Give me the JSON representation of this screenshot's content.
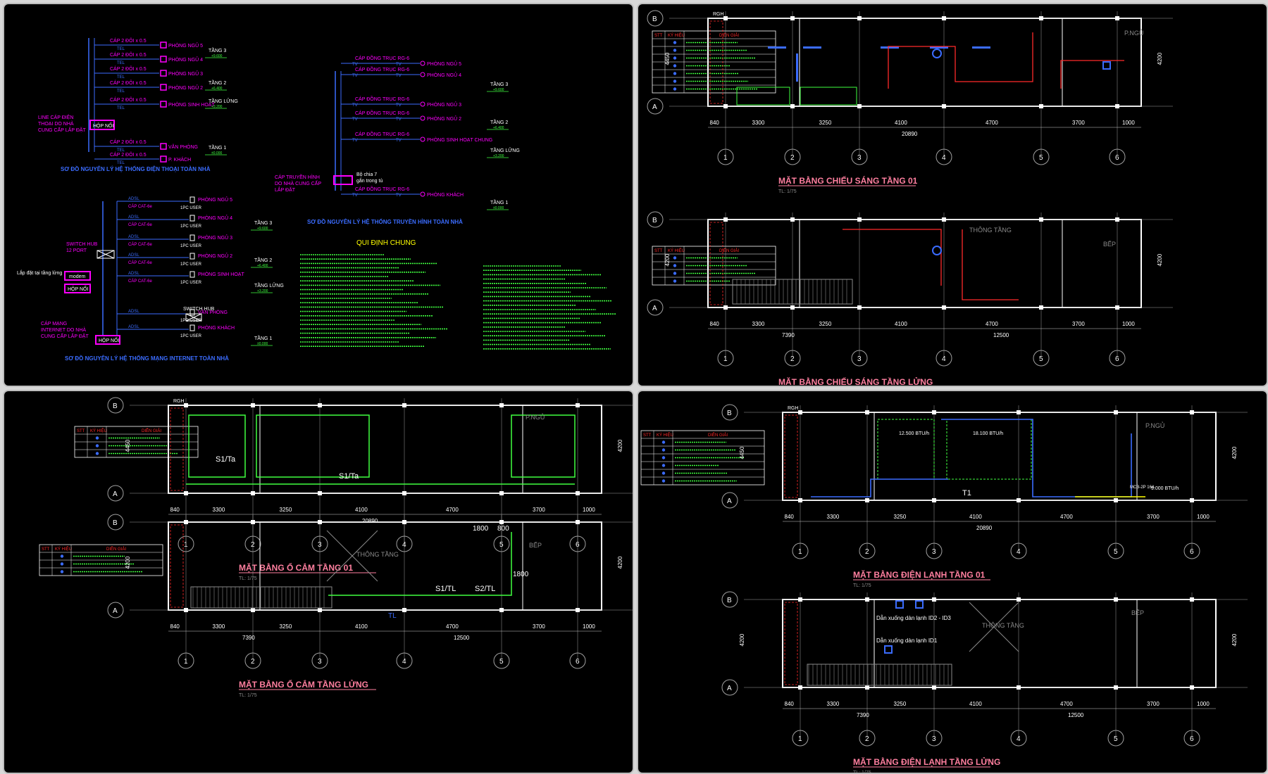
{
  "colors": {
    "bg": "#000000",
    "wall": "#ffffff",
    "dim": "#d0d0d0",
    "grid": "#a0a0a0",
    "cyan": "#00ffff",
    "blue": "#3b6cff",
    "magenta": "#ff00ff",
    "red": "#ff2a2a",
    "green": "#40ff40",
    "yellow": "#ffff00",
    "pink": "#ff6a8e",
    "title": "#ff7f9f",
    "gray": "#8a8a8a"
  },
  "phone": {
    "title": "SƠ ĐỒ NGUYÊN LÝ HỆ THỐNG ĐIỆN THOẠI TOÀN NHÀ",
    "cable_label": "CÁP 2 ĐÔI x 0.5",
    "tel": "TEL",
    "rooms": [
      "PHÒNG NGỦ 5",
      "PHÒNG NGỦ 4",
      "PHÒNG NGỦ 3",
      "PHÒNG NGỦ 2",
      "PHÒNG SINH HOẠT",
      "VĂN PHÒNG",
      "P. KHÁCH"
    ],
    "box": "HỘP NỐI",
    "source": [
      "LINE CÁP ĐIỆN",
      "THOẠI DO NHÀ",
      "CUNG CẤP LẮP ĐẶT"
    ]
  },
  "levels": {
    "tang3": "TẦNG 3",
    "tang2": "TẦNG 2",
    "tang_lung": "TẦNG LỬNG",
    "tang1": "TẦNG 1",
    "elev": [
      "+9.600",
      "+6.400",
      "+3.200",
      "±0.000"
    ]
  },
  "tv": {
    "title": "SƠ ĐỒ NGUYÊN LÝ HỆ THỐNG TRUYỀN HÌNH TOÀN NHÀ",
    "cable_label": "CÁP ĐỒNG TRỤC RG-6",
    "tv": "TV",
    "rooms": [
      "PHÒNG NGỦ 5",
      "PHÒNG NGỦ 4",
      "PHÒNG NGỦ 3",
      "PHÒNG NGỦ 2",
      "PHÒNG SINH HOẠT CHUNG",
      "PHÒNG KHÁCH"
    ],
    "source": [
      "CÁP TRUYỀN HÌNH",
      "DO NHÀ CUNG CẤP",
      "LẮP ĐẶT"
    ],
    "splitter": [
      "Bộ chia 7",
      "gắn trong tủ"
    ]
  },
  "net": {
    "title": "SƠ ĐỒ NGUYÊN LÝ HỆ THỐNG MẠNG INTERNET TOÀN NHÀ",
    "adsl": "ADSL",
    "cat": "CÁP CAT-6e",
    "user": "1PC USER",
    "rooms": [
      "PHÒNG NGỦ 5",
      "PHÒNG NGỦ 4",
      "PHÒNG NGỦ 3",
      "PHÒNG NGỦ 2",
      "PHÒNG SINH HOẠT",
      "VĂN PHÒNG",
      "PHÒNG KHÁCH"
    ],
    "switch_main": [
      "SWITCH HUB",
      "12 PORT"
    ],
    "switch_sub": "SWITCH HUB",
    "modem": "modem",
    "box": "HỘP NỐI",
    "box_note": "Lắp đặt tại tầng lửng",
    "source": [
      "CÁP MẠNG",
      "INTERNET DO NHÀ",
      "CUNG CẤP LẮP ĐẶT"
    ]
  },
  "notes": {
    "title": "QUI ĐỊNH CHUNG"
  },
  "plans": {
    "lighting_1": "MẶT BẰNG CHIẾU SÁNG TẦNG 01",
    "lighting_m": "MẶT BẰNG CHIẾU SÁNG TẦNG LỬNG",
    "socket_1": "MẶT BẰNG Ổ CẮM TẦNG 01",
    "socket_m": "MẶT BẰNG Ổ CẮM TẦNG LỬNG",
    "ac_1": "MẶT BẰNG ĐIỆN LẠNH TẦNG 01",
    "ac_m": "MẶT BẰNG ĐIỆN LẠNH TẦNG LỬNG",
    "scale": "TL: 1/75"
  },
  "dims": {
    "spans": [
      "840",
      "3300",
      "3250",
      "4100",
      "4700",
      "3700",
      "1000"
    ],
    "total_1": "20890",
    "mez_left": "7390",
    "mez_right": "12500",
    "depth_1": "4450",
    "depth_m": "4200",
    "axes_num": [
      "1",
      "2",
      "3",
      "4",
      "5",
      "6"
    ],
    "axes_letter": [
      "B",
      "A"
    ]
  },
  "rooms": {
    "pngu": "P.NGỦ",
    "thong_tang": "THÔNG TẦNG",
    "bep": "BẾP",
    "rgh": "RGH"
  },
  "legend": {
    "stt": "STT",
    "ky_hieu": "KÝ HIỆU",
    "dien_giai": "DIỄN GIẢI"
  },
  "socket_tags": {
    "s1ta": "S1/Ta",
    "s1tl": "S1/TL",
    "s2tl": "S2/TL",
    "tl": "TL",
    "h1800": "1800",
    "h800": "800"
  },
  "ac": {
    "t1": "T1",
    "mcb": "MCB-2P 16A",
    "btu1": "12.500 BTU/h",
    "btu2": "18.100 BTU/h",
    "btu3": "9.000 BTU/h",
    "idu": "Dẫn xuống dàn lạnh ID2 - ID3",
    "idu1": "Dẫn xuống dàn lạnh ID1"
  }
}
